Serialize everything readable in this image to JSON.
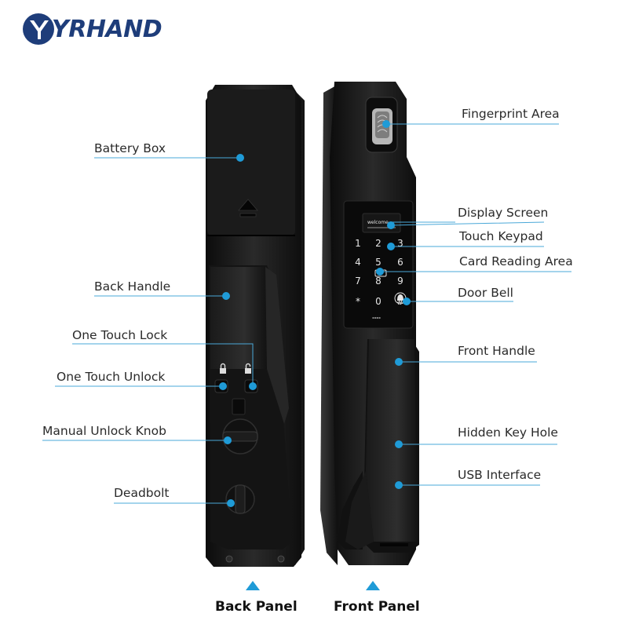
{
  "brand": {
    "name": "YRHAND",
    "color": "#1e3d7a"
  },
  "callouts": {
    "battery_box": "Battery Box",
    "back_handle": "Back Handle",
    "one_touch_lock": "One Touch Lock",
    "one_touch_unlock": "One Touch Unlock",
    "manual_unlock_knob": "Manual Unlock Knob",
    "deadbolt": "Deadbolt",
    "fingerprint_area": "Fingerprint Area",
    "display_screen": "Display Screen",
    "touch_keypad": "Touch Keypad",
    "card_reading_area": "Card Reading Area",
    "door_bell": "Door Bell",
    "front_handle": "Front Handle",
    "hidden_key_hole": "Hidden Key Hole",
    "usb_interface": "USB Interface"
  },
  "panels": {
    "back": "Back Panel",
    "front": "Front Panel"
  },
  "screen_text": "welcome",
  "keypad": [
    "1",
    "2",
    "3",
    "4",
    "5",
    "6",
    "7",
    "8",
    "9",
    "*",
    "0",
    "#"
  ],
  "colors": {
    "accent": "#1f9bd7",
    "lock_body": "#151515",
    "line": "#4aa8d8"
  }
}
